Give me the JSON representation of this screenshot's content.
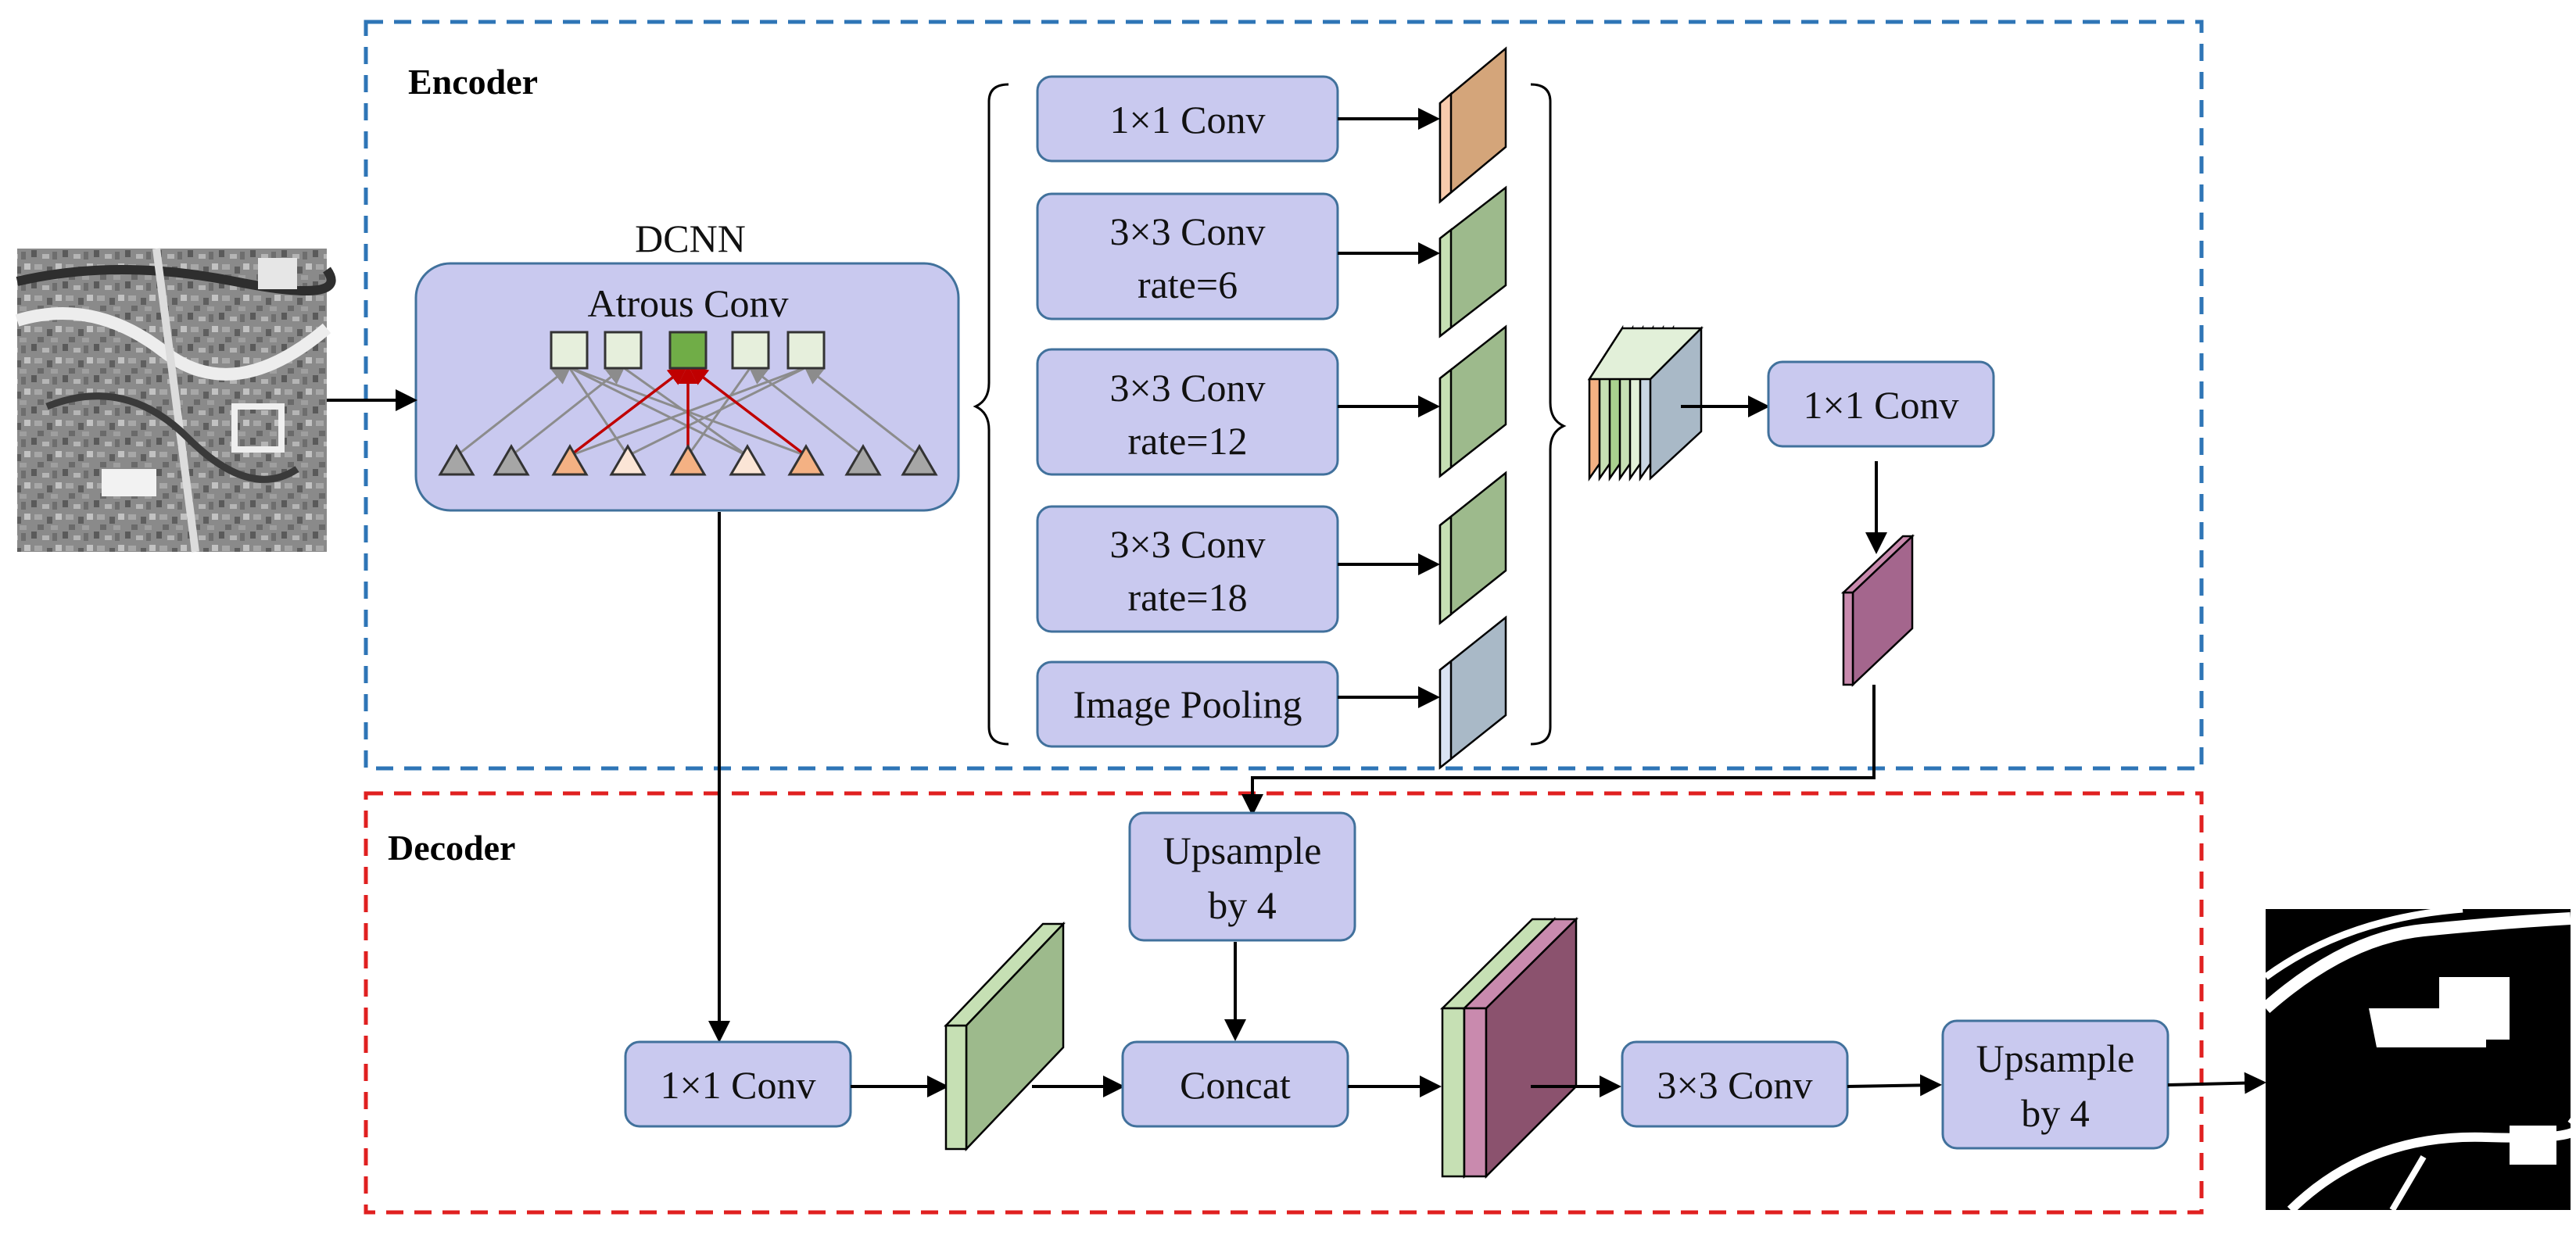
{
  "encoder": {
    "title": "Encoder",
    "dcnn_label": "DCNN",
    "atrous_label": "Atrous Conv",
    "aspp": [
      {
        "line1": "1×1 Conv",
        "line2": ""
      },
      {
        "line1": "3×3 Conv",
        "line2": "rate=6"
      },
      {
        "line1": "3×3 Conv",
        "line2": "rate=12"
      },
      {
        "line1": "3×3 Conv",
        "line2": "rate=18"
      },
      {
        "line1": "Image Pooling",
        "line2": ""
      }
    ],
    "fuse_conv": "1×1 Conv"
  },
  "decoder": {
    "title": "Decoder",
    "low_level_conv": "1×1 Conv",
    "upsample1_line1": "Upsample",
    "upsample1_line2": "by 4",
    "concat": "Concat",
    "conv3x3": "3×3 Conv",
    "upsample2_line1": "Upsample",
    "upsample2_line2": "by 4"
  },
  "colors": {
    "encoder_border": "#2e75b6",
    "decoder_border": "#e02020",
    "box_fill": "#c9c9ef",
    "box_stroke": "#41719c",
    "feat_orange": "#d4a57a",
    "feat_green": "#9dba8c",
    "feat_blue": "#a9b9c7",
    "feat_magenta": "#a4668d",
    "feat_dark_magenta": "#8b526e",
    "feat_light_green": "#c6e0b4"
  }
}
